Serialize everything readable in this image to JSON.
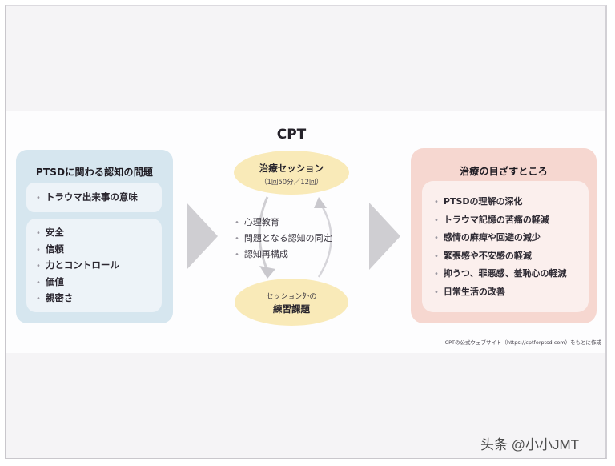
{
  "diagram": {
    "center_title": "CPT",
    "left_box": {
      "title": "PTSDに関わる認知の問題",
      "group1": [
        "トラウマ出来事の意味"
      ],
      "group2": [
        "安全",
        "信頼",
        "力とコントロール",
        "価値",
        "親密さ"
      ]
    },
    "session": {
      "title": "治療セッション",
      "subtitle": "（1回50分／12回）"
    },
    "session_contents": [
      "心理教育",
      "問題となる認知の同定",
      "認知再構成"
    ],
    "homework": {
      "line1": "セッション外の",
      "line2": "練習課題"
    },
    "right_box": {
      "title": "治療の目ざすところ",
      "items": [
        "PTSDの理解の深化",
        "トラウマ記憶の苦痛の軽減",
        "感情の麻痺や回避の減少",
        "緊張感や不安感の軽減",
        "抑うつ、罪悪感、羞恥心の軽減",
        "日常生活の改善"
      ]
    },
    "source_note": "CPTの公式ウェブサイト（https://cptforptsd.com）をもとに作成",
    "bullet": "・",
    "colors": {
      "left_box": "#d6e6ef",
      "left_panel": "#edf3f8",
      "right_box": "#f6d7d0",
      "right_panel": "#fbefed",
      "ellipse": "#f9eab8",
      "arrow": "#cfced2"
    }
  },
  "watermark": "头条 @小小JMT"
}
